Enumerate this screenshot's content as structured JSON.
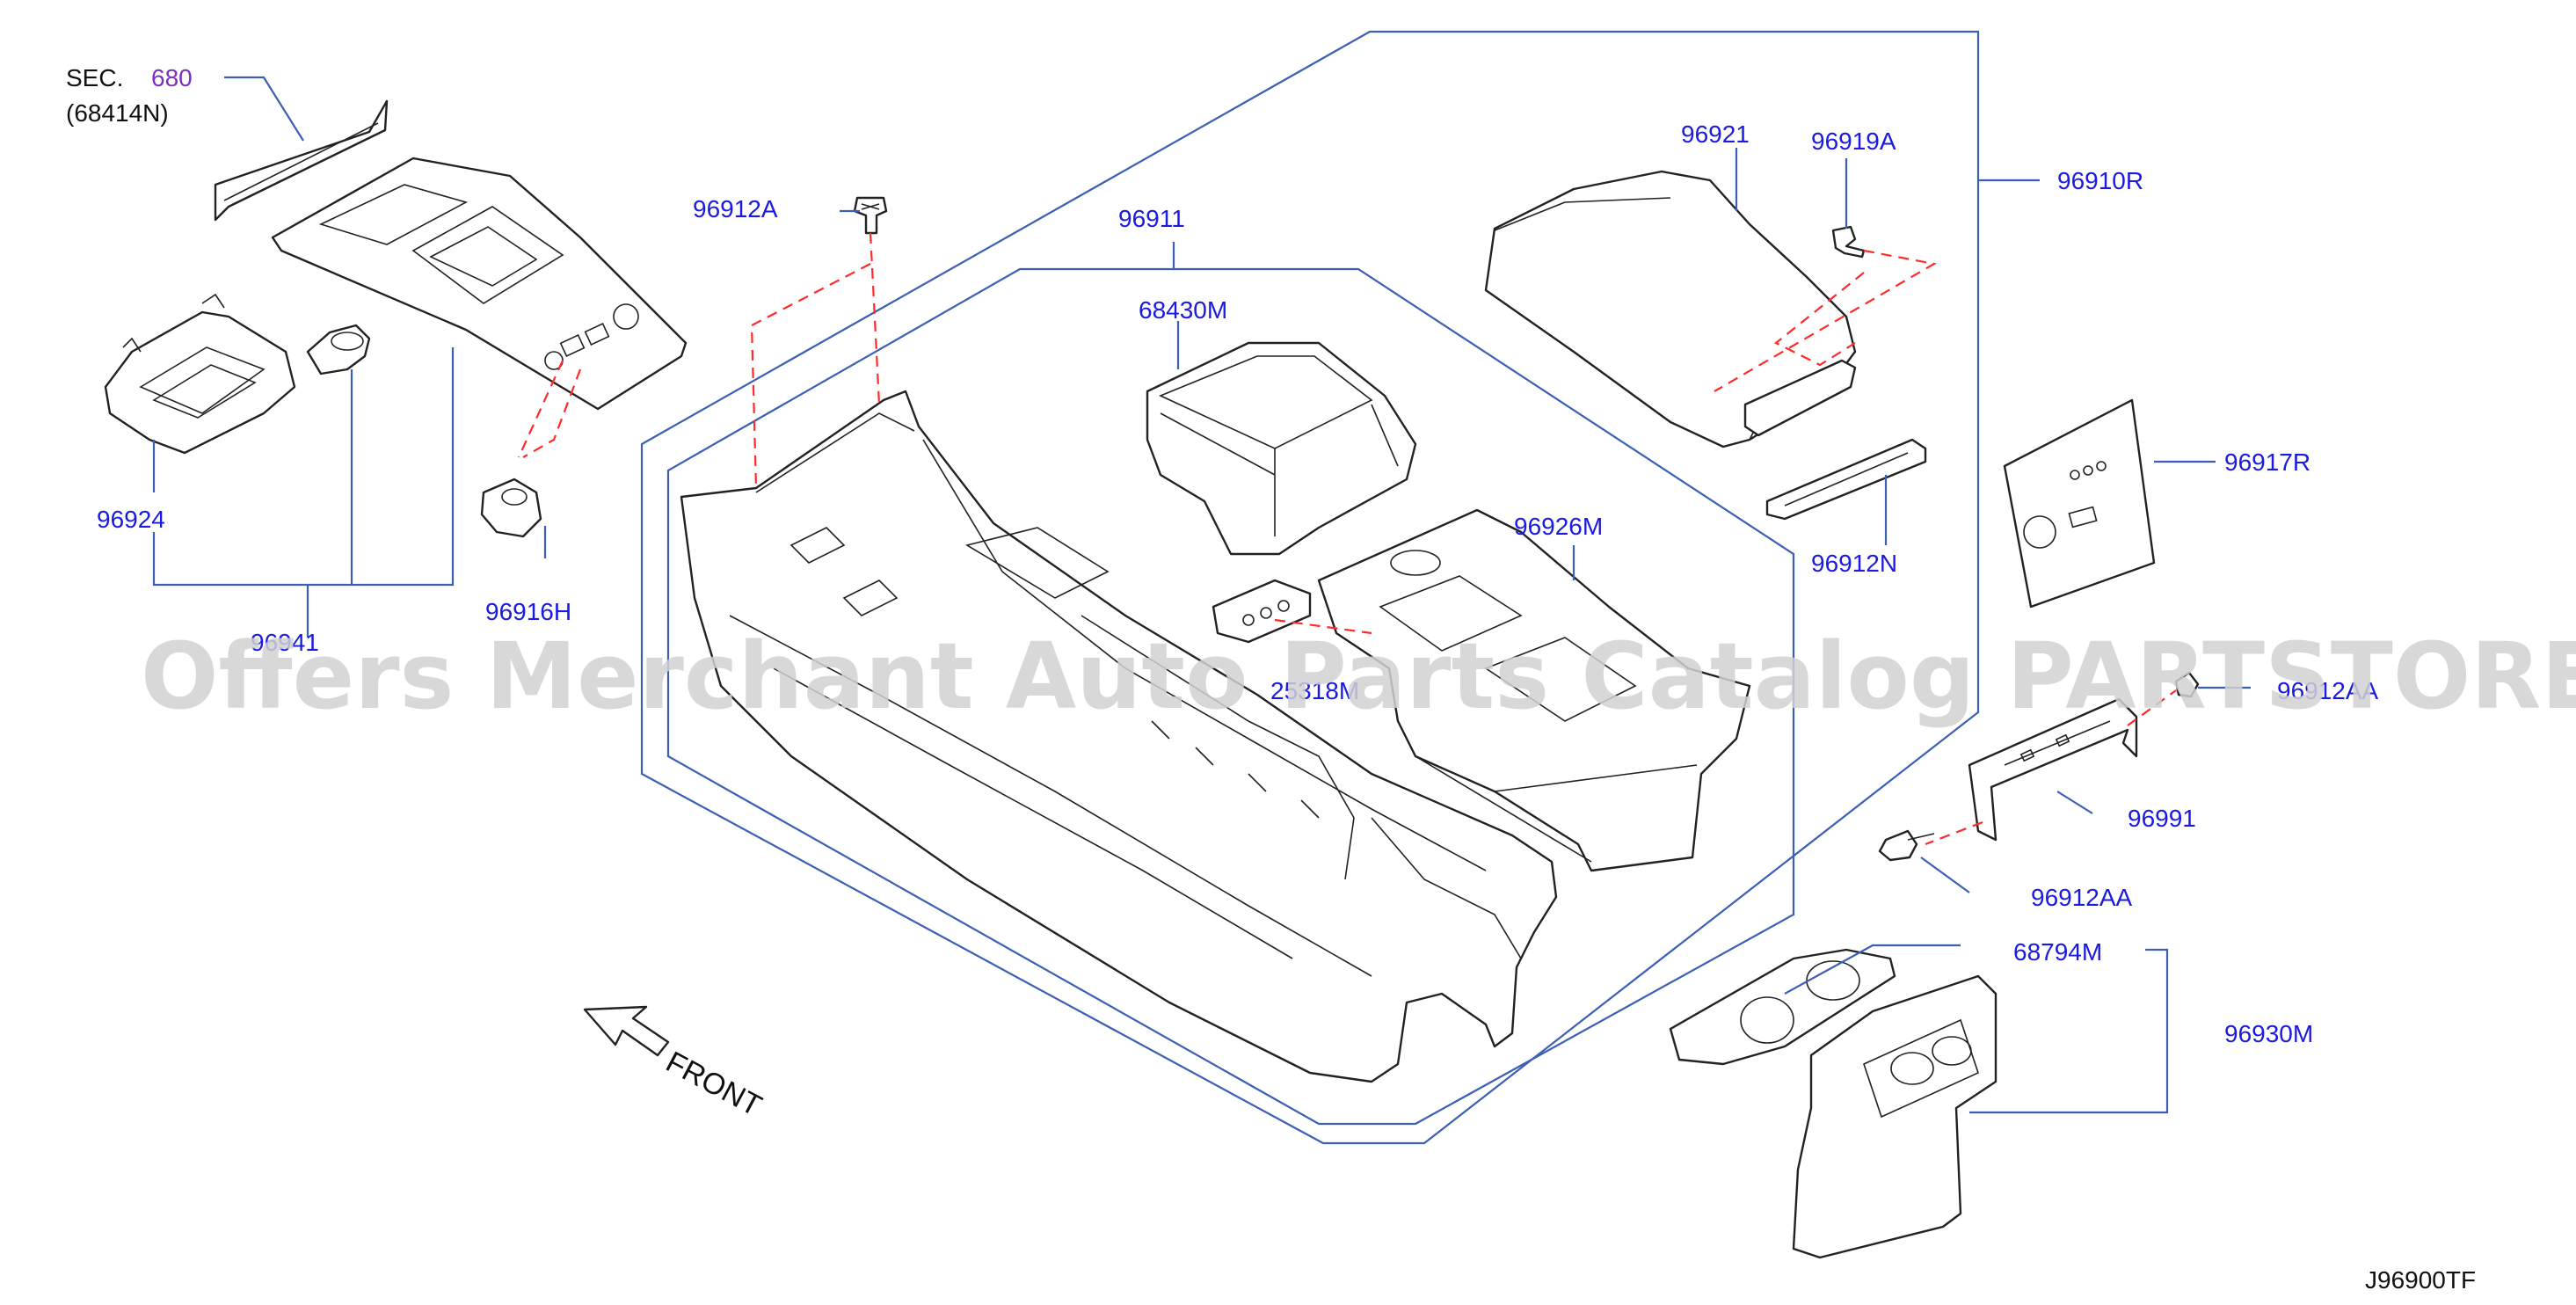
{
  "section_ref": {
    "prefix": "SEC.",
    "number": "680",
    "sub": "(68414N)"
  },
  "labels": {
    "p96912A_top": "96912A",
    "p96911": "96911",
    "p68430M": "68430M",
    "p96921": "96921",
    "p96919A": "96919A",
    "p96910R": "96910R",
    "p96917R": "96917R",
    "p96912N": "96912N",
    "p96926M": "96926M",
    "p96924": "96924",
    "p96941": "96941",
    "p96916H": "96916H",
    "p25318M": "25318M",
    "p96912A_right": "96912AA",
    "p96991": "96991",
    "p96912AA": "96912AA",
    "p68794M": "68794M",
    "p96930M": "96930M"
  },
  "front_label": "FRONT",
  "diagram_code": "J96900TF",
  "watermark": "Offers Merchant Auto Parts Catalog PARTSTORE.SA",
  "colors": {
    "label_blue": "#1a1ae0",
    "leader_blue": "#3a5fb4",
    "dashed_red": "#ff2a2a",
    "section_purple": "#7b2fbf"
  }
}
